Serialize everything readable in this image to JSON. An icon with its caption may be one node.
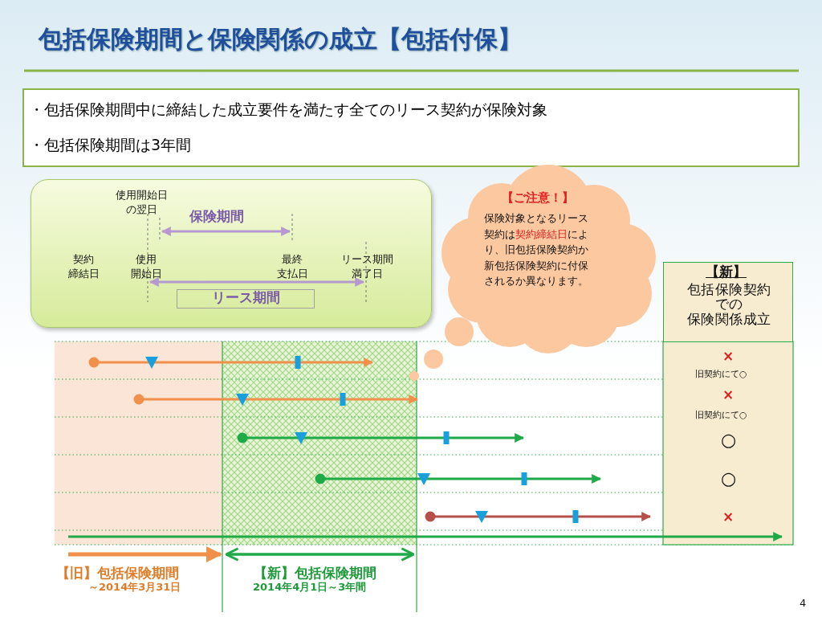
{
  "diagram": {
    "title": "包括保険期間と保険関係の成立【包括付保】",
    "nodes": [
      {
        "text": [
          "・包括保険期間中に締結した成立要件を満たす全てのリース契約が保険対象",
          "・包括保険期間は3年間"
        ]
      },
      {
        "text": [
          "使用開始日の翌日",
          "保険期間",
          "契約締結日",
          "使用開始日",
          "最終支払日",
          "リース期間満了日"
        ]
      },
      {
        "text": [
          "リース期間"
        ],
        "in": 1
      },
      {
        "text": [
          "【ご注意！】",
          "保険対象となるリース契約は**契約締結日**により、旧包括保険契約か新包括保険契約に付保されるか異なります。"
        ]
      },
      {
        "text": [
          "【新】",
          "包括保険契約での保険関係成立"
        ]
      }
    ],
    "labels": [
      "×",
      "旧契約にて○",
      "×",
      "旧契約にて○",
      "○",
      "○",
      "×",
      "【旧】包括保険期間",
      "～2014年3月31日",
      "【新】包括保険期間",
      "2014年4月1日～3年間",
      "4"
    ]
  }
}
